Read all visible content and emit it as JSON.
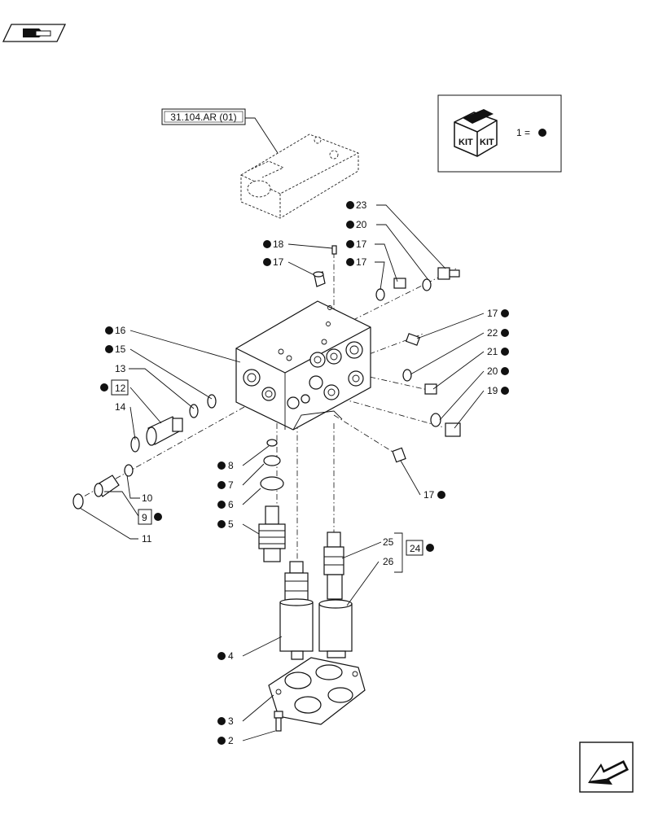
{
  "reference": {
    "code": "31.104.AR (01)"
  },
  "kit_legend": {
    "text": "KIT",
    "equals": "1 ="
  },
  "callouts": [
    {
      "id": "c23",
      "text": "23",
      "kit": true
    },
    {
      "id": "c20a",
      "text": "20",
      "kit": true
    },
    {
      "id": "c18",
      "text": "18",
      "kit": true
    },
    {
      "id": "c17a",
      "text": "17",
      "kit": true
    },
    {
      "id": "c17b",
      "text": "17",
      "kit": true
    },
    {
      "id": "c17c",
      "text": "17",
      "kit": true
    },
    {
      "id": "c16",
      "text": "16",
      "kit": true
    },
    {
      "id": "c15",
      "text": "15",
      "kit": true
    },
    {
      "id": "c13",
      "text": "13",
      "kit": false
    },
    {
      "id": "c12",
      "text": "12",
      "kit": true
    },
    {
      "id": "c14",
      "text": "14",
      "kit": false
    },
    {
      "id": "c17d",
      "text": "17",
      "kit": true
    },
    {
      "id": "c22",
      "text": "22",
      "kit": true
    },
    {
      "id": "c21",
      "text": "21",
      "kit": true
    },
    {
      "id": "c20b",
      "text": "20",
      "kit": true
    },
    {
      "id": "c19",
      "text": "19",
      "kit": true
    },
    {
      "id": "c8",
      "text": "8",
      "kit": true
    },
    {
      "id": "c7",
      "text": "7",
      "kit": true
    },
    {
      "id": "c6",
      "text": "6",
      "kit": true
    },
    {
      "id": "c10",
      "text": "10",
      "kit": false
    },
    {
      "id": "c9",
      "text": "9",
      "kit": true
    },
    {
      "id": "c11",
      "text": "11",
      "kit": false
    },
    {
      "id": "c17e",
      "text": "17",
      "kit": true
    },
    {
      "id": "c5",
      "text": "5",
      "kit": true
    },
    {
      "id": "c25",
      "text": "25",
      "kit": false
    },
    {
      "id": "c24",
      "text": "24",
      "kit": true
    },
    {
      "id": "c26",
      "text": "26",
      "kit": false
    },
    {
      "id": "c4",
      "text": "4",
      "kit": true
    },
    {
      "id": "c3",
      "text": "3",
      "kit": true
    },
    {
      "id": "c2",
      "text": "2",
      "kit": true
    }
  ]
}
